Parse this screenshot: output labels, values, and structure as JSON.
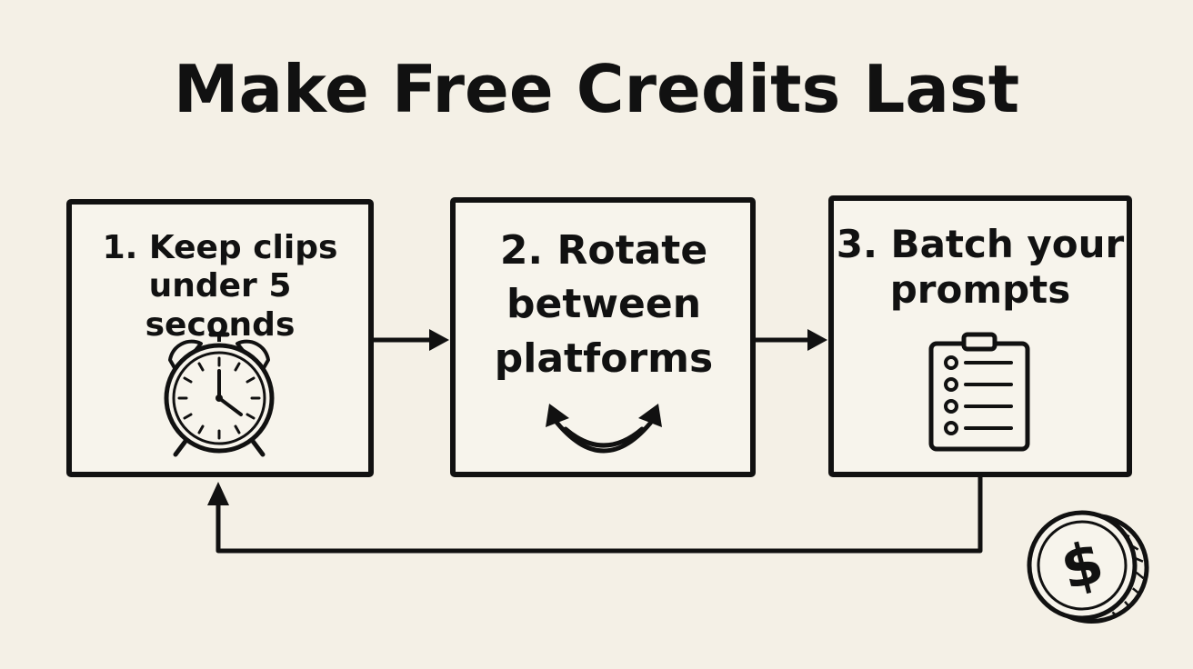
{
  "title": "Make Free Credits Last",
  "steps": [
    {
      "lines": [
        "1. Keep clips",
        "under 5 seconds"
      ],
      "icon": "alarm-clock-icon"
    },
    {
      "lines": [
        "2. Rotate",
        "between",
        "platforms"
      ],
      "icon": "swap-arrows-icon"
    },
    {
      "lines": [
        "3. Batch your",
        "prompts"
      ],
      "icon": "clipboard-checklist-icon"
    }
  ],
  "decoration": {
    "icon": "dollar-coin-icon"
  },
  "colors": {
    "background": "#f4f0e6",
    "ink": "#111111",
    "box_fill": "#f7f4ec"
  }
}
